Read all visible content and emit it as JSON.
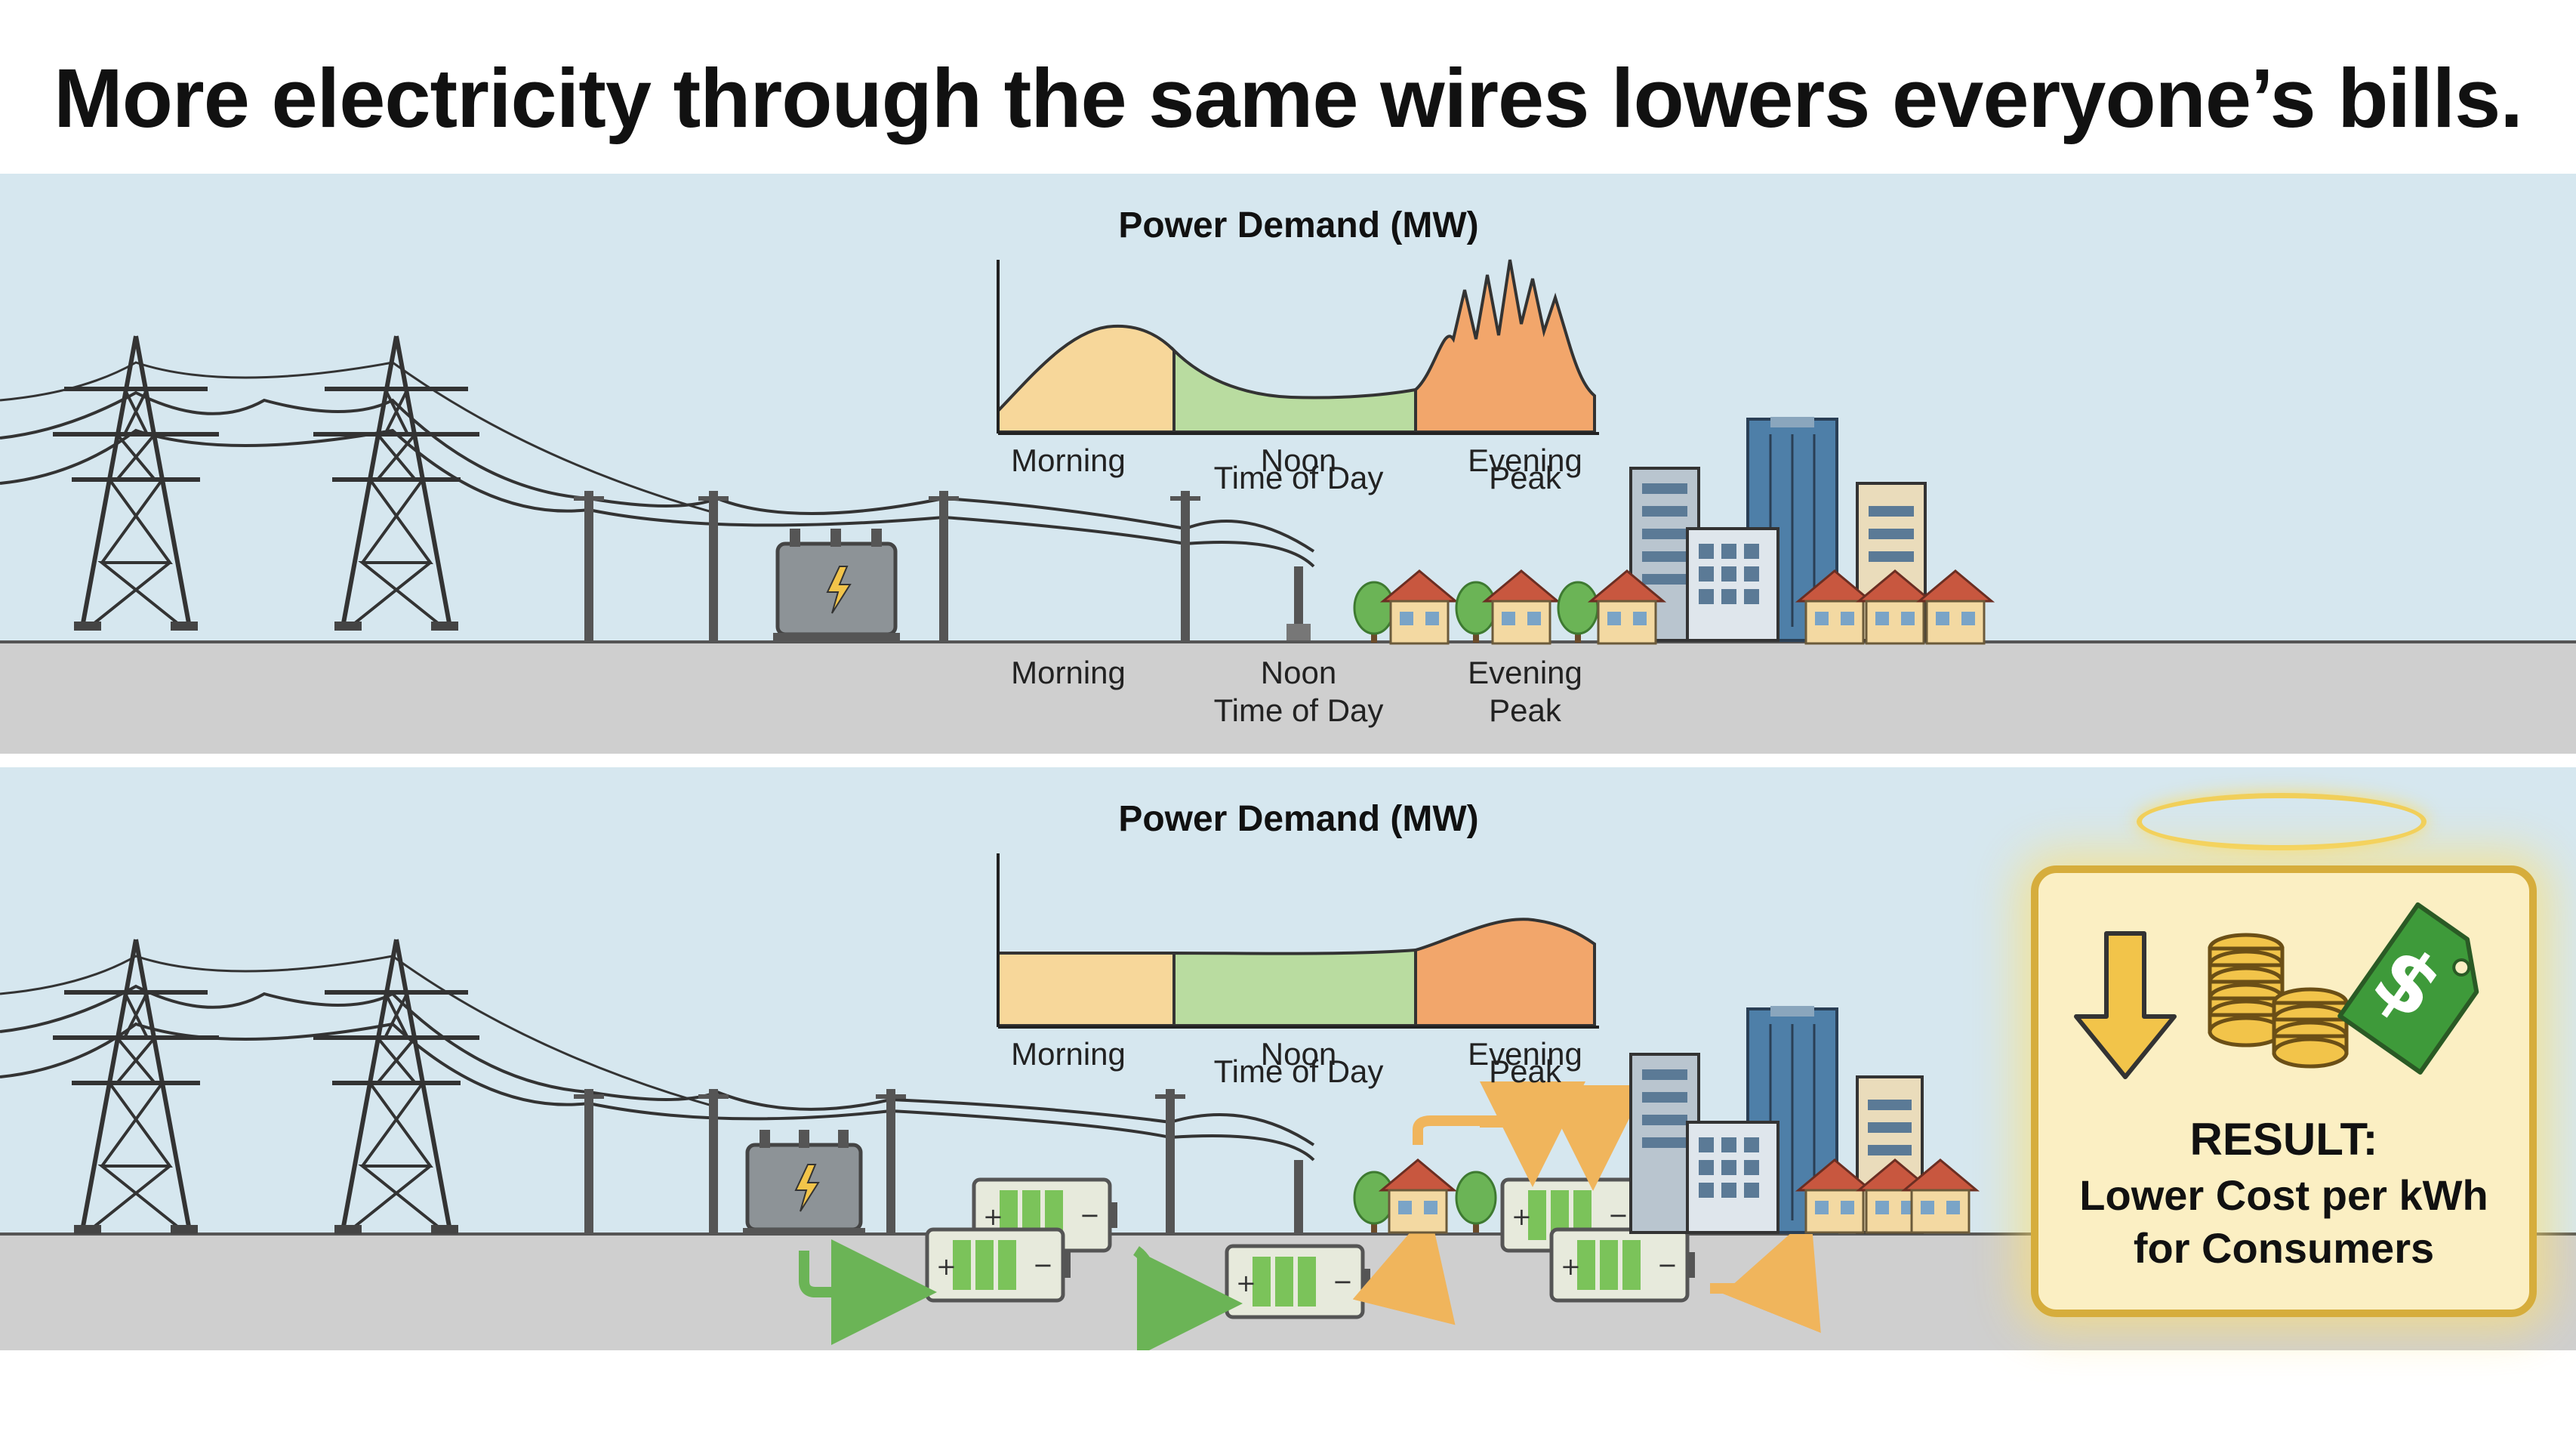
{
  "title": "More electricity through the same wires lowers everyone’s bills.",
  "top_panel": {
    "chart_title": "Power Demand (MW)",
    "labels": [
      "Morning",
      "Noon",
      "Time of Day",
      "Evening",
      "Peak"
    ],
    "ground_labels": [
      "Morning",
      "Noon",
      "Time of Day",
      "Evening",
      "Peak"
    ]
  },
  "bottom_panel": {
    "chart_title": "Power Demand (MW)",
    "labels": [
      "Morning",
      "Noon",
      "Time of Day",
      "Evening",
      "Peak"
    ]
  },
  "result": {
    "title": "RESULT:",
    "line1": "Lower Cost per kWh",
    "line2": "for Consumers"
  },
  "icons": [
    "transmission-tower-icon",
    "transformer-icon",
    "house-icon",
    "building-icon",
    "battery-icon",
    "arrow-icon",
    "down-arrow-icon",
    "coins-icon",
    "price-tag-icon"
  ],
  "colors": {
    "sky": "#d6e7ef",
    "ground": "#cfcfcf",
    "morning": "#f7d79a",
    "noon": "#b9dca0",
    "evening": "#f2a66b",
    "battery": "#7bc35a",
    "result_bg": "#fbefc3",
    "result_border": "#d6ad3c"
  },
  "chart_data": [
    {
      "type": "area",
      "title": "Power Demand (MW)",
      "categories": [
        "Morning",
        "Noon",
        "Evening Peak"
      ],
      "series": [
        {
          "values": [
            0.9,
            0.3,
            1.4
          ]
        }
      ]
    },
    {
      "type": "area",
      "title": "Power Demand (MW)",
      "categories": [
        "Morning",
        "Noon",
        "Evening Peak"
      ],
      "series": [
        {
          "values": [
            0.5,
            0.5,
            0.8
          ]
        }
      ]
    }
  ]
}
